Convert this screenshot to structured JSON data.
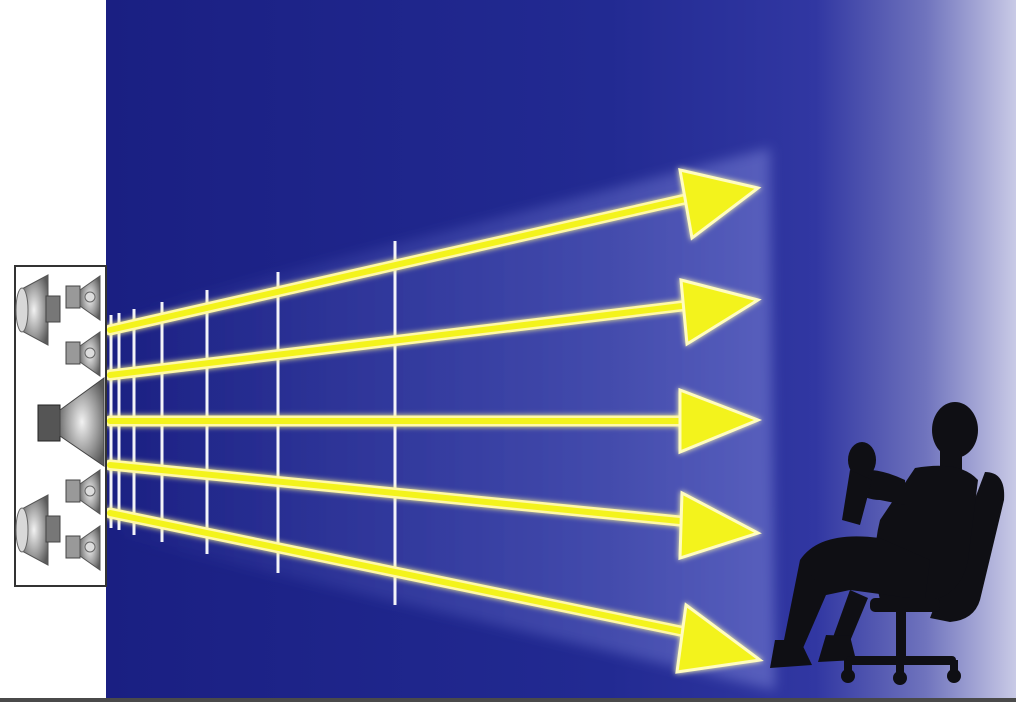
{
  "scene": {
    "background_left": "#ffffff",
    "gradient_stops": [
      "#1a1f82",
      "#222a92",
      "#3137a2",
      "#6f73bd",
      "#c9cae6"
    ],
    "wave_line_color": "#ffffff",
    "arrow_color": "#f3f31f",
    "arrow_glow_color": "#fffcc0",
    "silhouette_color": "#0f0f14",
    "speaker_box_border": "#333333"
  },
  "speaker_array": {
    "icon": "speaker-array-icon",
    "units": [
      "horn-speaker",
      "small-speaker",
      "small-speaker",
      "center-horn-speaker",
      "small-speaker",
      "horn-speaker",
      "small-speaker"
    ]
  },
  "sound_waves": {
    "icon": "wavefront-lines",
    "count": 8
  },
  "sound_arrows": {
    "icon": "arrow-right-icon",
    "count": 5
  },
  "listener": {
    "icon": "seated-person-silhouette-icon",
    "chair": "office-chair-icon"
  }
}
